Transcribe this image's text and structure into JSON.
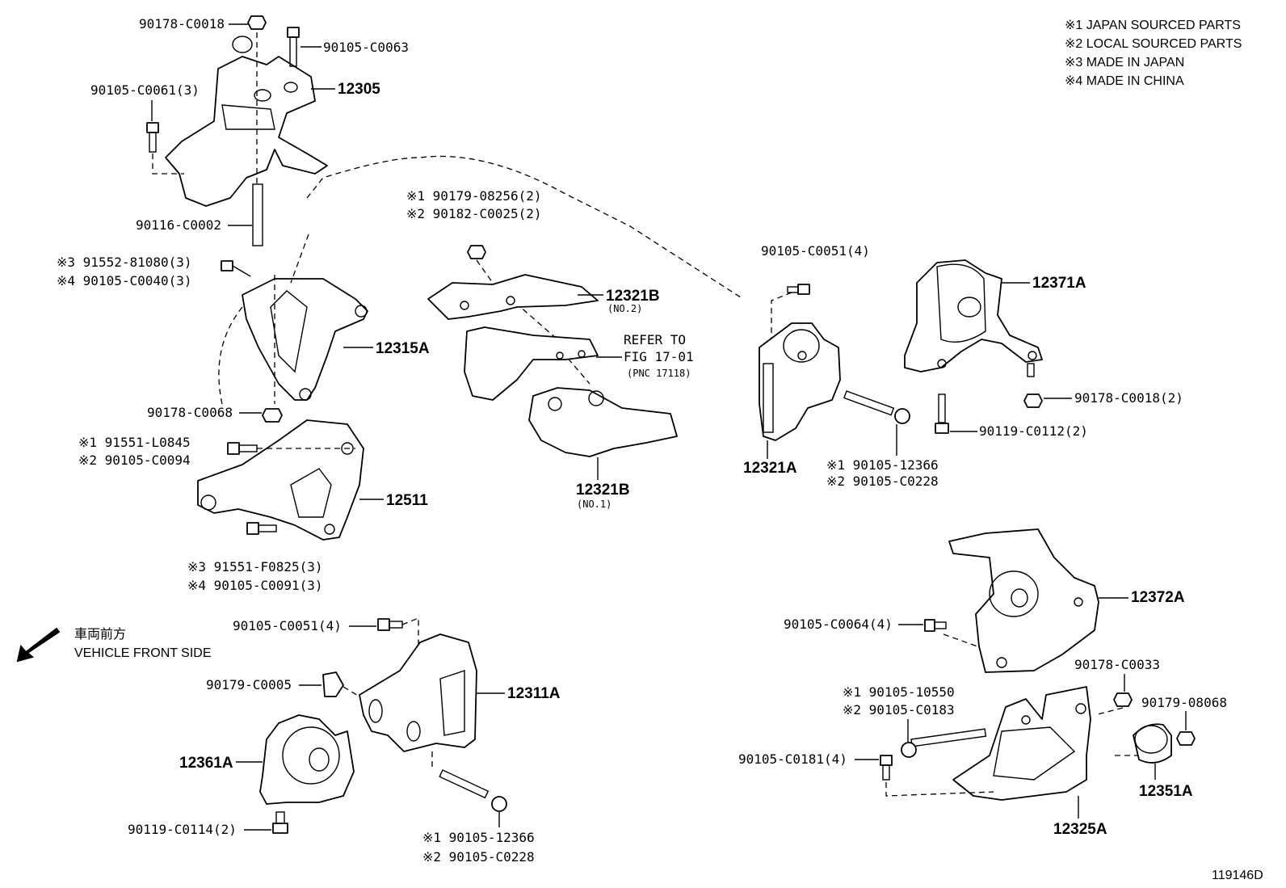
{
  "notes": [
    "※1 JAPAN SOURCED PARTS",
    "※2 LOCAL SOURCED PARTS",
    "※3 MADE IN JAPAN",
    "※4 MADE IN CHINA"
  ],
  "front_label_jp": "車両前方",
  "front_label_en": "VEHICLE FRONT SIDE",
  "figure_id": "119146D",
  "refer": [
    "REFER TO",
    "FIG 17-01",
    "(PNC 17118)"
  ],
  "labels": {
    "p90178_C0018": "90178-C0018",
    "p90105_C0063": "90105-C0063",
    "p90105_C0061": "90105-C0061(3)",
    "p12305": "12305",
    "p90116_C0002": "90116-C0002",
    "p91552_81080": "※3 91552-81080(3)",
    "p90105_C0040": "※4 90105-C0040(3)",
    "p12315A": "12315A",
    "p90178_C0068": "90178-C0068",
    "p91551_L0845": "※1  91551-L0845",
    "p90105_C0094": "※2  90105-C0094",
    "p12511": "12511",
    "p91551_F0825": "※3 91551-F0825(3)",
    "p90105_C0091": "※4 90105-C0091(3)",
    "p90179_08256": "※1 90179-08256(2)",
    "p90182_C0025": "※2 90182-C0025(2)",
    "p12321B_2": "12321B",
    "p12321B_2_sub": "(NO.2)",
    "p12321B_1": "12321B",
    "p12321B_1_sub": "(NO.1)",
    "p90105_C0051_top": "90105-C0051(4)",
    "p12371A": "12371A",
    "p12321A": "12321A",
    "p90105_12366_r": "※1 90105-12366",
    "p90105_C0228_r": "※2 90105-C0228",
    "p90178_C0018_2": "90178-C0018(2)",
    "p90119_C0112": "90119-C0112(2)",
    "p12372A": "12372A",
    "p90105_C0064": "90105-C0064(4)",
    "p90178_C0033": "90178-C0033",
    "p90105_10550": "※1 90105-10550",
    "p90105_C0183": "※2 90105-C0183",
    "p90179_08068": "90179-08068",
    "p90105_C0181": "90105-C0181(4)",
    "p12351A": "12351A",
    "p12325A": "12325A",
    "p90105_C0051_bot": "90105-C0051(4)",
    "p90179_C0005": "90179-C0005",
    "p12311A": "12311A",
    "p12361A": "12361A",
    "p90119_C0114": "90119-C0114(2)",
    "p90105_12366_b": "※1  90105-12366",
    "p90105_C0228_b": "※2  90105-C0228"
  }
}
